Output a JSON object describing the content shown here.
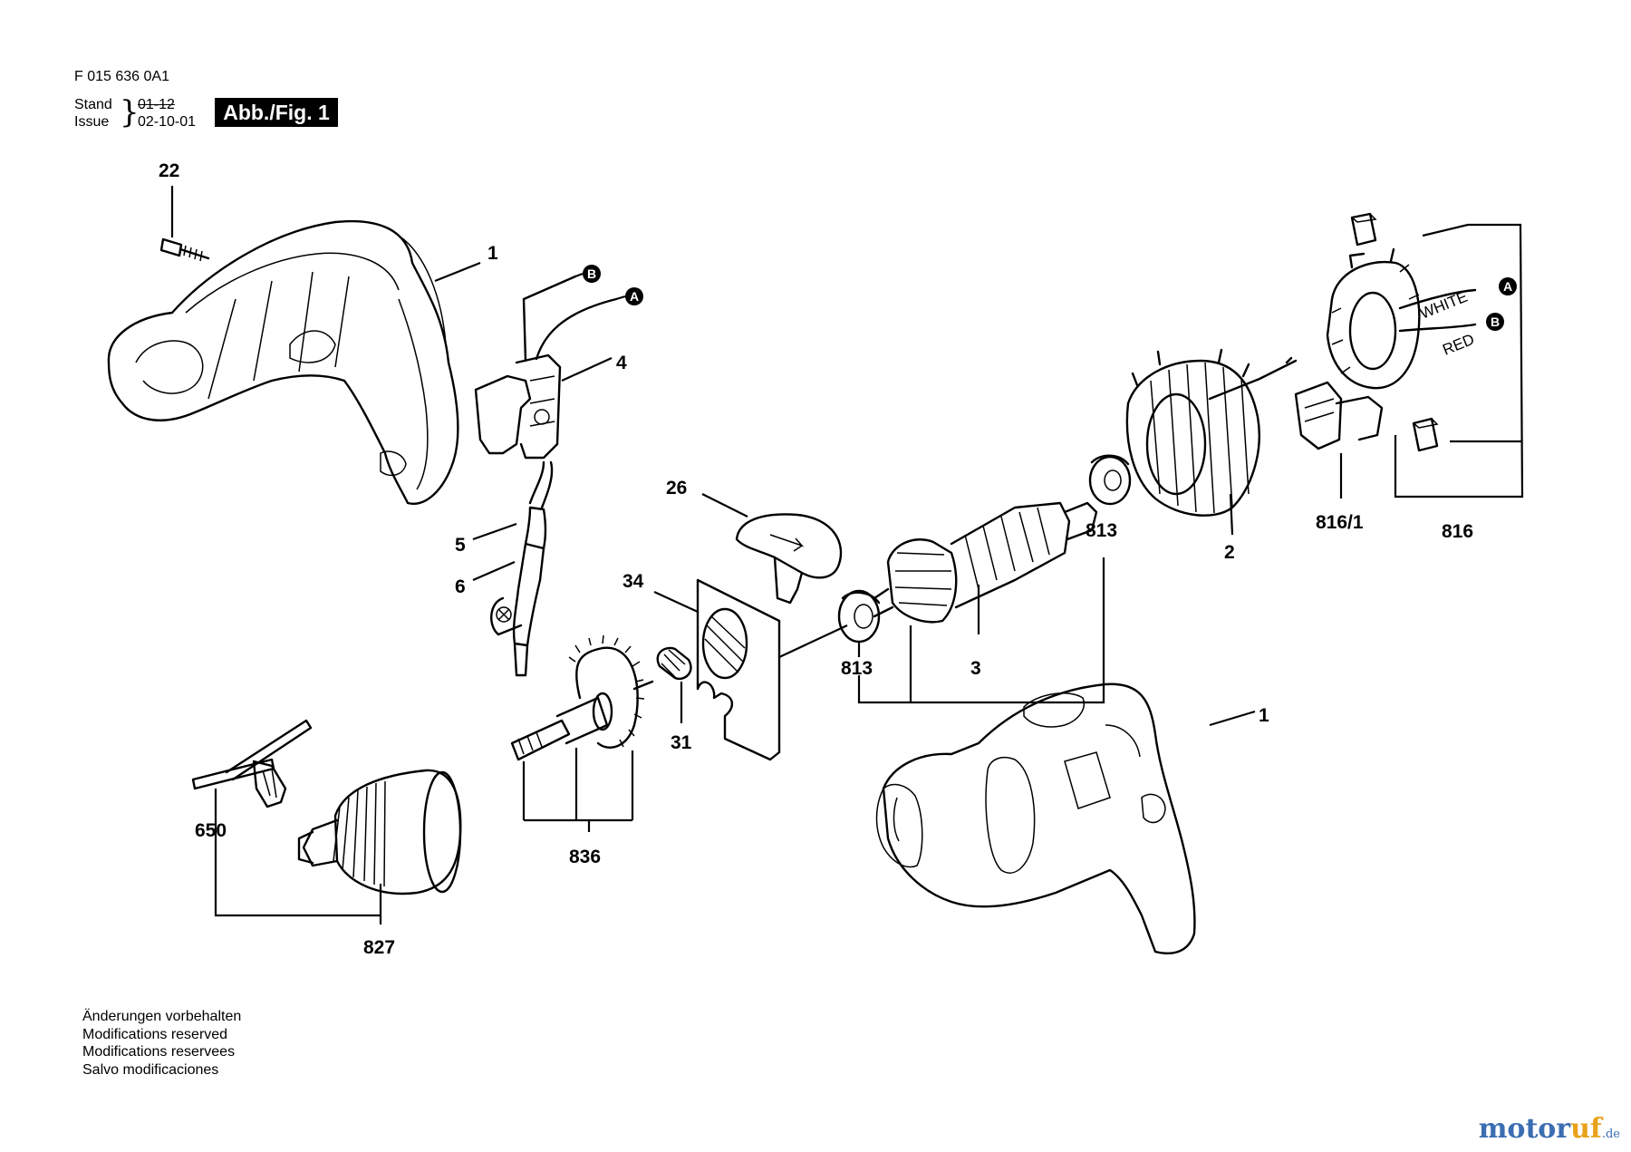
{
  "header": {
    "doc_number": "F 015 636 0A1",
    "stand_label": "Stand",
    "issue_label": "Issue",
    "stand_date": "01-12",
    "issue_date": "02-10-01",
    "figure_badge": "Abb./Fig. 1"
  },
  "parts": {
    "p22": "22",
    "p1_top": "1",
    "p4": "4",
    "p5": "5",
    "p6": "6",
    "p26": "26",
    "p34": "34",
    "p31": "31",
    "p836": "836",
    "p650": "650",
    "p827": "827",
    "p813_left": "813",
    "p813_right": "813",
    "p3": "3",
    "p2": "2",
    "p816_1": "816/1",
    "p816": "816",
    "p1_bottom": "1"
  },
  "connectors": {
    "a": "A",
    "b": "B",
    "white": "WHITE",
    "red": "RED"
  },
  "notes": [
    "Änderungen vorbehalten",
    "Modifications reserved",
    "Modifications reservees",
    "Salvo modificaciones"
  ],
  "watermark": {
    "brand": "motor",
    "brand_accent": "uf",
    "tld": ".de"
  }
}
